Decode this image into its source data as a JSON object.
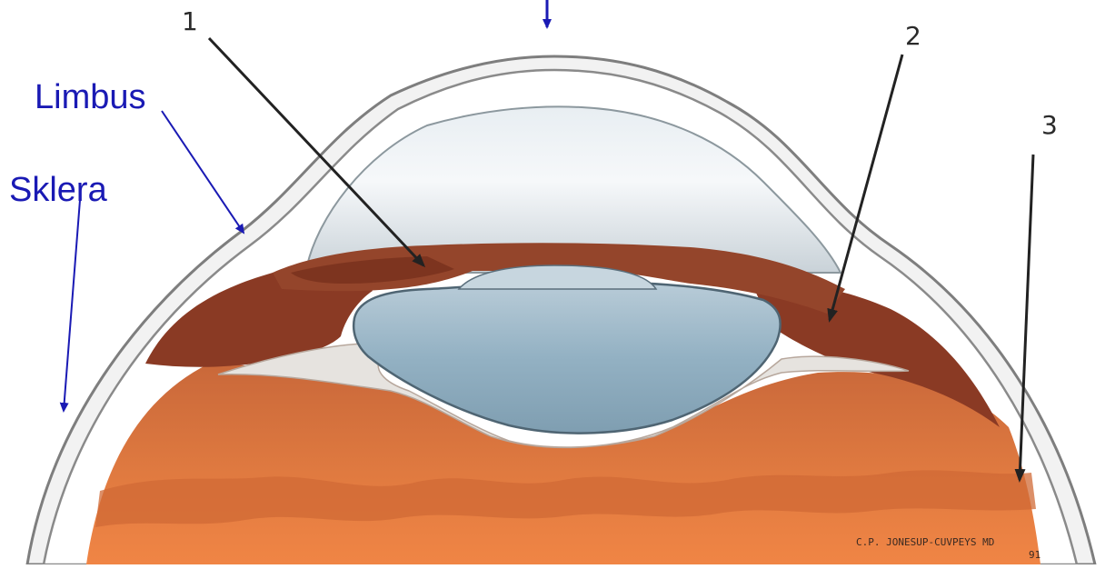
{
  "labels": {
    "limbus": "Limbus",
    "sklera": "Sklera",
    "n1": "1",
    "n2": "2",
    "n3": "3"
  },
  "signature": {
    "name": "C.P. JONESUP-CUVPEYS MD",
    "year": "91"
  },
  "colors": {
    "label_blue": "#1a1ab4",
    "number_gray": "#2a2a2a",
    "iris_brown": "#8a3a24",
    "choroid_orange": "#e07a40",
    "lens_blue": "#8fb3c6",
    "cornea_gray": "#9a9a9a"
  }
}
